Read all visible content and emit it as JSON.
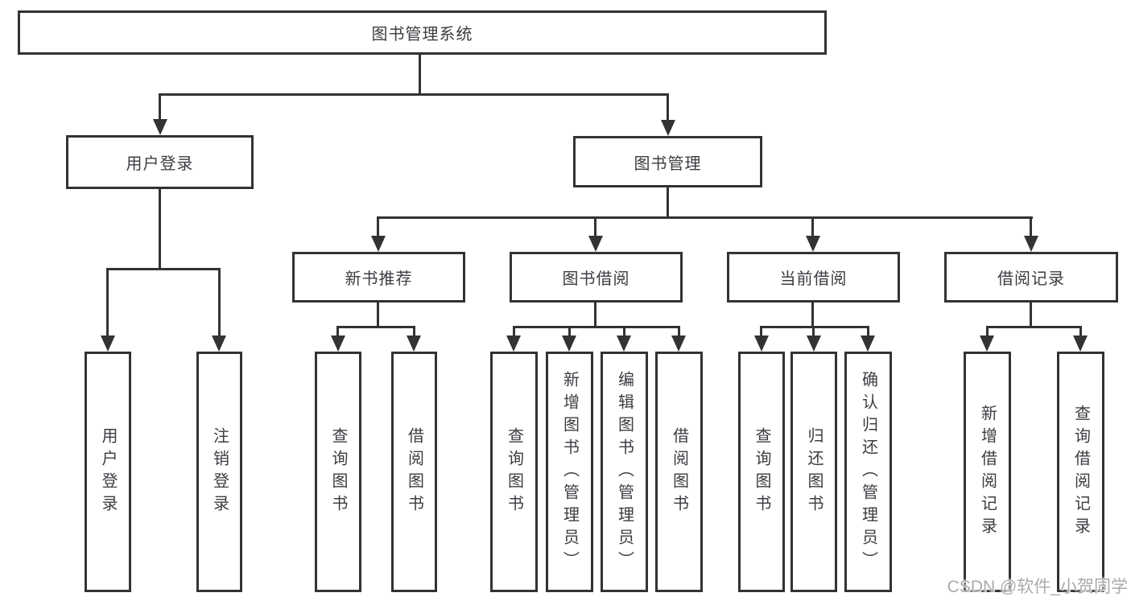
{
  "tree": {
    "root": "图书管理系统",
    "user": {
      "label": "用户登录",
      "children": [
        "用户登录",
        "注销登录"
      ]
    },
    "mgmt": {
      "label": "图书管理",
      "groups": [
        {
          "label": "新书推荐",
          "children": [
            "查询图书",
            "借阅图书"
          ]
        },
        {
          "label": "图书借阅",
          "children": [
            "查询图书",
            "新增图书（管理员）",
            "编辑图书（管理员）",
            "借阅图书"
          ]
        },
        {
          "label": "当前借阅",
          "children": [
            "查询图书",
            "归还图书",
            "确认归还（管理员）"
          ]
        },
        {
          "label": "借阅记录",
          "children": [
            "新增借阅记录",
            "查询借阅记录"
          ]
        }
      ]
    }
  },
  "watermark": {
    "text": "CSDN @软件_小贺同学"
  },
  "colors": {
    "line": "#333333",
    "text": "#3b3d41",
    "background": "#ffffff",
    "watermark": "#aaaaaa"
  }
}
